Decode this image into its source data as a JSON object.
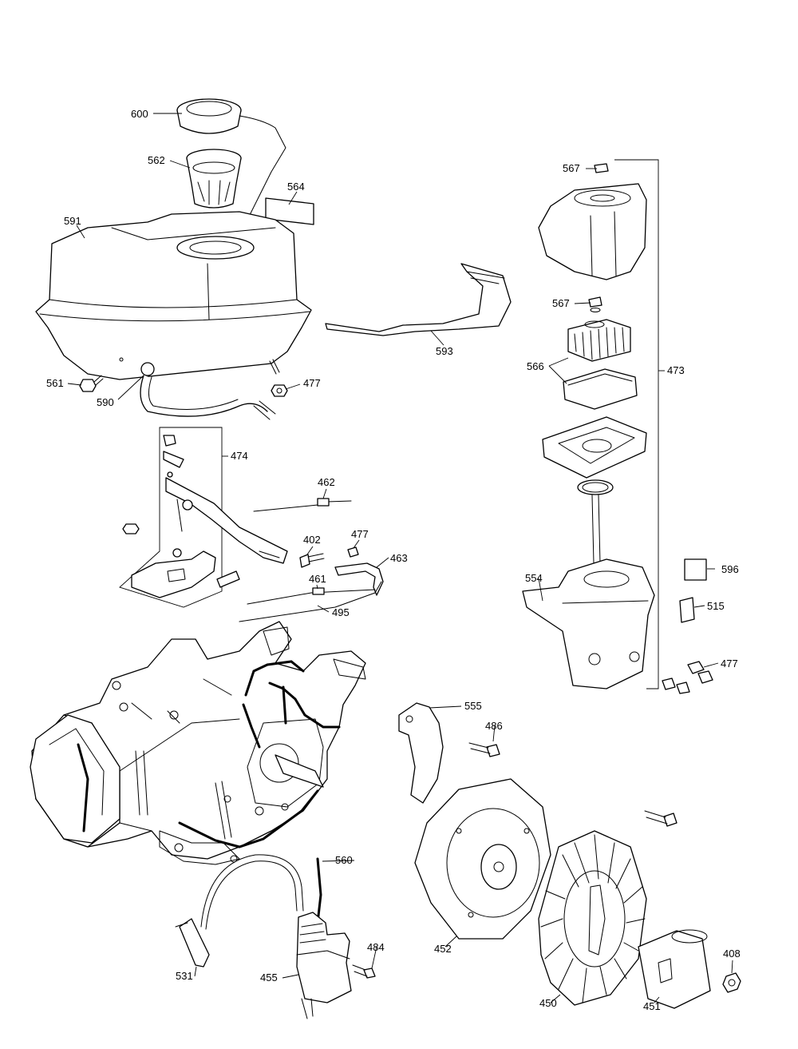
{
  "callouts": {
    "c600": "600",
    "c562": "562",
    "c564": "564",
    "c591": "591",
    "c561": "561",
    "c590": "590",
    "c477a": "477",
    "c593": "593",
    "c567a": "567",
    "c567b": "567",
    "c566": "566",
    "c473": "473",
    "c474": "474",
    "c462": "462",
    "c402": "402",
    "c477b": "477",
    "c463": "463",
    "c461": "461",
    "c495": "495",
    "c554": "554",
    "c596": "596",
    "c515": "515",
    "c477c": "477",
    "c555": "555",
    "c486": "486",
    "c560": "560",
    "c452": "452",
    "c484": "484",
    "c531": "531",
    "c455": "455",
    "c450": "450",
    "c451": "451",
    "c408": "408"
  }
}
